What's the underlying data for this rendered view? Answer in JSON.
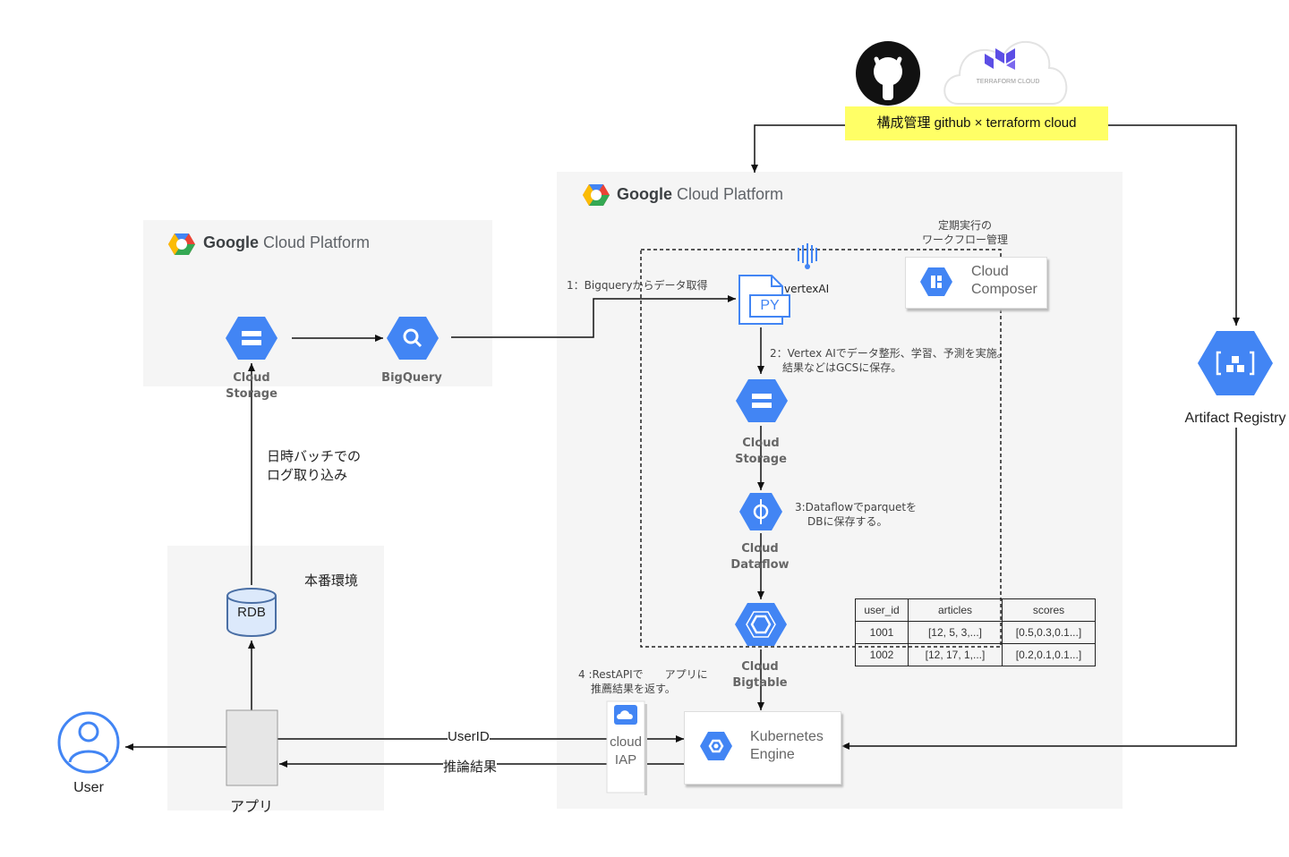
{
  "config": {
    "label": "構成管理 github × terraform cloud",
    "terraform_logo_text": "TERRAFORM CLOUD"
  },
  "gcp_left": {
    "brand_bold": "Google",
    "brand_rest": " Cloud Platform",
    "storage_label": "Cloud\nStorage",
    "bigquery_label": "BigQuery"
  },
  "gcp_main": {
    "brand_bold": "Google",
    "brand_rest": " Cloud Platform",
    "composer_note": "定期実行の\nワークフロー管理",
    "composer_label": "Cloud\nComposer",
    "vertex_label": "vertexAI",
    "py_label": "PY",
    "step1": "1：Bigqueryからデータ取得",
    "step2_line1": "2：Vertex AIでデータ整形、学習、予測を実施。",
    "step2_line2": "結果などはGCSに保存。",
    "storage_label": "Cloud\nStorage",
    "step3_line1": "3:Dataflowでparquetを",
    "step3_line2": "DBに保存する。",
    "dataflow_label": "Cloud\nDataflow",
    "bigtable_label": "Cloud\nBigtable",
    "step4_line1": "4 :RestAPIで　　アプリに",
    "step4_line2": "推薦結果を返す。",
    "iap_label": "cloud\nIAP",
    "gke_label": "Kubernetes\nEngine"
  },
  "table": {
    "headers": [
      "user_id",
      "articles",
      "scores"
    ],
    "rows": [
      [
        "1001",
        "[12, 5, 3,...]",
        "[0.5,0.3,0.1...]"
      ],
      [
        "1002",
        "[12, 17, 1,...]",
        "[0.2,0.1,0.1...]"
      ]
    ]
  },
  "prod": {
    "title": "本番環境",
    "rdb_label": "RDB",
    "app_label": "アプリ",
    "batch_line1": "日時バッチでの",
    "batch_line2": "ログ取り込み"
  },
  "flows": {
    "user_id": "UserID",
    "result": "推論結果"
  },
  "user": {
    "label": "User"
  },
  "artifact": {
    "label": "Artifact Registry"
  },
  "colors": {
    "gcp_blue": "#4285f4",
    "highlight": "#ffff66",
    "panel": "#f5f5f5"
  }
}
